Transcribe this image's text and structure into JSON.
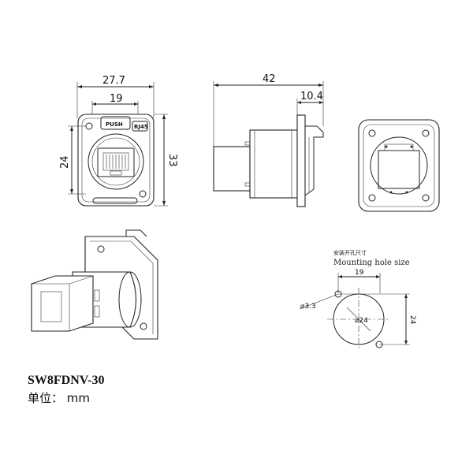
{
  "front_view": {
    "width_label": "27.7",
    "inner_width_label": "19",
    "hole_spacing_label": "24",
    "height_label": "33",
    "push_label": "PUSH",
    "rj45_label": "RJ45"
  },
  "side_view": {
    "length_label": "42",
    "flange_label": "10.4"
  },
  "mounting": {
    "title_cn": "安装开孔尺寸",
    "title_en": "Mounting hole size",
    "width_label": "19",
    "height_label": "24",
    "hole_label": "3.3",
    "cutout_label": "24"
  },
  "product": {
    "model": "SW8FDNV-30",
    "unit": "单位： mm"
  }
}
